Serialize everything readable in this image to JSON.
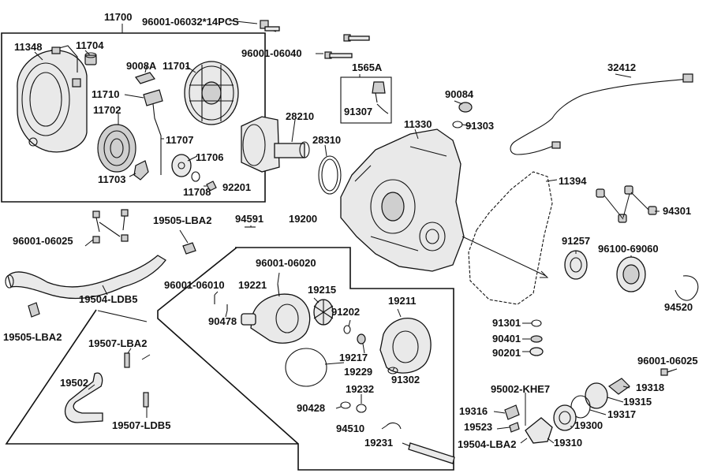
{
  "labels": {
    "l11700": "11700",
    "l11348": "11348",
    "l11704": "11704",
    "l9008A": "9008A",
    "l11701": "11701",
    "l11710": "11710",
    "l11702": "11702",
    "l11707": "11707",
    "l11706": "11706",
    "l11703": "11703",
    "l11708": "11708",
    "l92201": "92201",
    "l96001_06032": "96001-06032*14PCS",
    "l96001_06040": "96001-06040",
    "l1565A": "1565A",
    "l91307": "91307",
    "l90084": "90084",
    "l91303": "91303",
    "l32412": "32412",
    "l28210": "28210",
    "l28310": "28310",
    "l11330": "11330",
    "l11394": "11394",
    "l94301": "94301",
    "l96001_06025a": "96001-06025",
    "l19505_LBA2a": "19505-LBA2",
    "l94591": "94591",
    "l19200": "19200",
    "l19504_LDB5": "19504-LDB5",
    "l19505_LBA2b": "19505-LBA2",
    "l96001_06020": "96001-06020",
    "l96001_06010": "96001-06010",
    "l19221": "19221",
    "l19215": "19215",
    "l90478": "90478",
    "l91202": "91202",
    "l19211": "19211",
    "l91257": "91257",
    "l96100_69060": "96100-69060",
    "l94520": "94520",
    "l91301": "91301",
    "l90401": "90401",
    "l90201": "90201",
    "l19507_LBA2": "19507-LBA2",
    "l19502": "19502",
    "l19507_LDB5": "19507-LDB5",
    "l19217": "19217",
    "l19229": "19229",
    "l91302": "91302",
    "l19232": "19232",
    "l90428": "90428",
    "l94510": "94510",
    "l19231": "19231",
    "l95002_KHE7": "95002-KHE7",
    "l96001_06025b": "96001-06025",
    "l19318": "19318",
    "l19315": "19315",
    "l19316": "19316",
    "l19317": "19317",
    "l19523": "19523",
    "l19300": "19300",
    "l19504_LBA2": "19504-LBA2",
    "l19310": "19310"
  }
}
